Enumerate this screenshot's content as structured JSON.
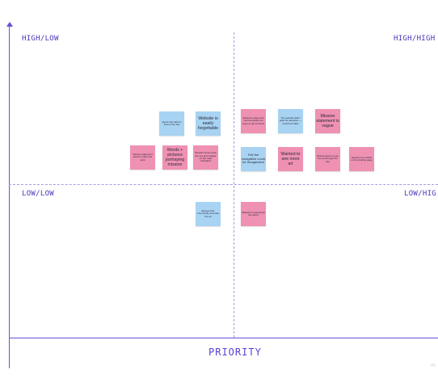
{
  "quadrants": {
    "top_left": "HIGH/LOW",
    "top_right": "HIGH/HIGH",
    "bottom_left": "LOW/LOW",
    "bottom_right": "LOW/HIG"
  },
  "x_axis_title": "PRIORITY",
  "colors": {
    "axis": "#6b4fd8",
    "blue_note": "#a8d3f2",
    "pink_note": "#ef91b3"
  },
  "notes": [
    {
      "id": "n1",
      "color": "blue",
      "text": "Event info hard to find on the site"
    },
    {
      "id": "n2",
      "color": "blue",
      "text": "Website is easily forgettable"
    },
    {
      "id": "n3",
      "color": "pink",
      "text": "Wanted a page that communicates the ways to get involved"
    },
    {
      "id": "n4",
      "color": "blue",
      "text": "The website didn't grab the attention — could be bolder"
    },
    {
      "id": "n5",
      "color": "pink",
      "text": "Mission statement is vague"
    },
    {
      "id": "n6",
      "color": "pink",
      "text": "Mission statement doesn't reflect the work"
    },
    {
      "id": "n7",
      "color": "pink",
      "text": "Words + pictures portraying mission"
    },
    {
      "id": "n8",
      "color": "pink",
      "text": "Wouldn't know what the org does based on the main navigation"
    },
    {
      "id": "n9",
      "color": "blue",
      "text": "Felt the navigation could be reorganized"
    },
    {
      "id": "n10",
      "color": "pink",
      "text": "Wanted to see more art"
    },
    {
      "id": "n11",
      "color": "pink",
      "text": "Would expect to see the art through the site"
    },
    {
      "id": "n12",
      "color": "pink",
      "text": "Needs to be visible on the landing page"
    },
    {
      "id": "n13",
      "color": "blue",
      "text": "Enjoyed the community and saw the art",
      "text_caption": "Enjoyed the community and saw the art"
    },
    {
      "id": "n14",
      "color": "pink",
      "text": "Wanted to read about the artists"
    }
  ],
  "watermark": "m"
}
